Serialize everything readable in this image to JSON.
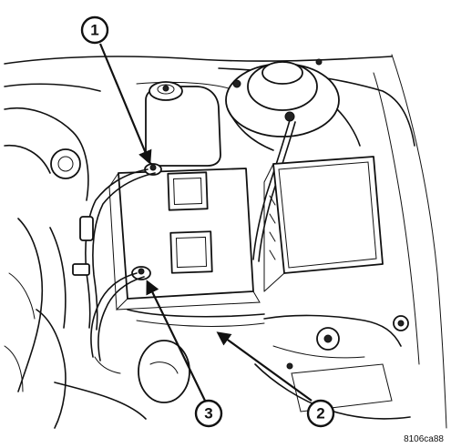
{
  "callouts": [
    {
      "id": "1",
      "label": "1"
    },
    {
      "id": "2",
      "label": "2"
    },
    {
      "id": "3",
      "label": "3"
    }
  ],
  "figure_code": "8106ca88"
}
